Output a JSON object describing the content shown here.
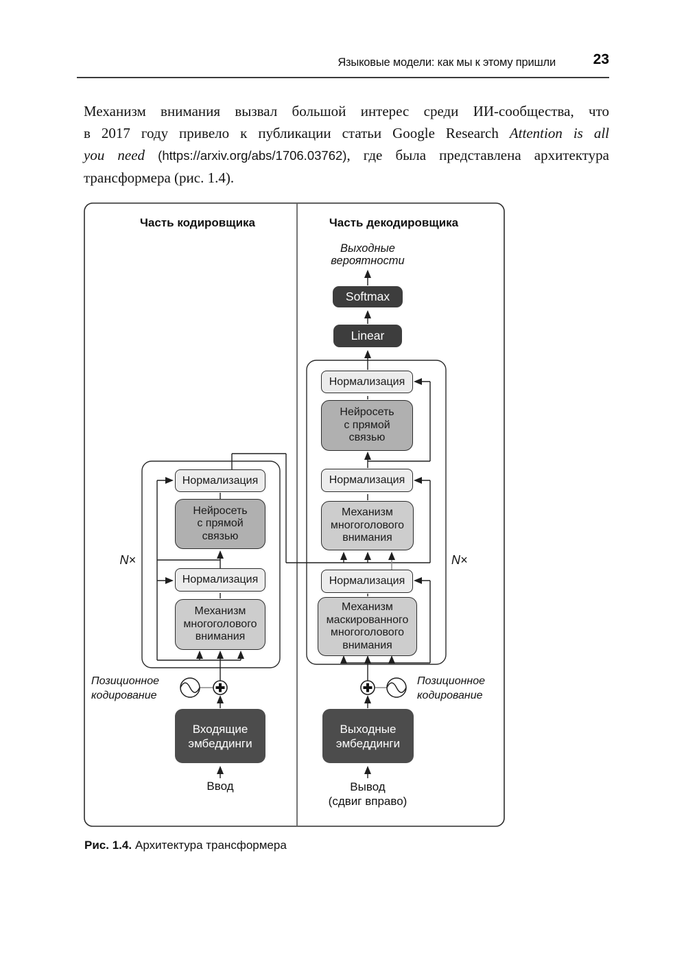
{
  "header": {
    "running_title": "Языковые модели: как мы к этому пришли",
    "page_number": "23"
  },
  "paragraph": {
    "lines": [
      {
        "justify": true,
        "segments": [
          {
            "style": "plain",
            "text": "Механизм внимания вызвал большой интерес среди ИИ-сообщества, что"
          }
        ]
      },
      {
        "justify": true,
        "segments": [
          {
            "style": "plain",
            "text": "в 2017 году привело к публикации статьи Google Research "
          },
          {
            "style": "italic",
            "text": "Attention is all"
          }
        ]
      },
      {
        "justify": true,
        "segments": [
          {
            "style": "italic",
            "text": "you need "
          },
          {
            "style": "url",
            "text": "(https://arxiv.org/abs/1706.03762)"
          },
          {
            "style": "plain",
            "text": ", где была представлена архитектура"
          }
        ]
      },
      {
        "justify": false,
        "segments": [
          {
            "style": "plain",
            "text": "трансформера (рис. 1.4)."
          }
        ]
      }
    ]
  },
  "figure": {
    "caption_label": "Рис. 1.4.",
    "caption_text": "Архитектура трансформера",
    "encoder_title": "Часть кодировщика",
    "decoder_title": "Часть декодировщика",
    "output_probabilities": "Выходные\nвероятности",
    "softmax_label": "Softmax",
    "linear_label": "Linear",
    "normalization_label": "Нормализация",
    "ffn_label": "Нейросеть\nс прямой\nсвязью",
    "mha_label": "Механизм\nмногоголового\nвнимания",
    "masked_mha_label": "Механизм\nмаскированного\nмногоголового\nвнимания",
    "n_times_label": "N×",
    "positional_encoding_label": "Позиционное\nкодирование",
    "input_embeddings_label": "Входящие\nэмбеддинги",
    "output_embeddings_label": "Выходные\nэмбеддинги",
    "input_label": "Ввод",
    "output_label": "Вывод\n(сдвиг вправо)",
    "colors": {
      "dark_box": "#3d3d3d",
      "embed_box": "#4c4c4c",
      "norm_box": "#ececec",
      "attention_box": "#cdcdcd",
      "ffn_box": "#b0b0b0",
      "line": "#1f1f1f"
    }
  }
}
